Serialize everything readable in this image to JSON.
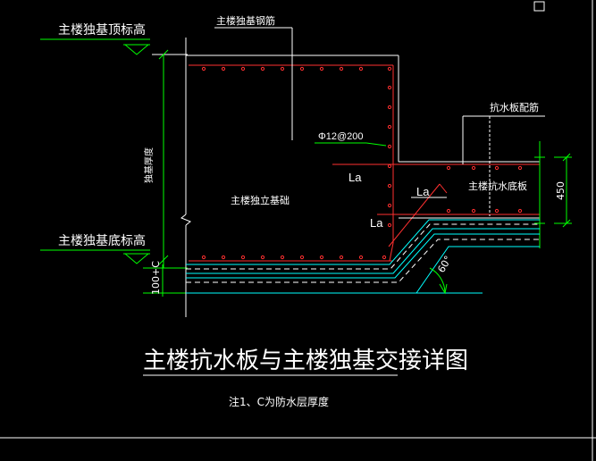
{
  "labels": {
    "top_elevation": "主楼独基顶标高",
    "bottom_elevation": "主楼独基底标高",
    "foundation_rebar": "主楼独基钢筋",
    "waterproof_rebar": "抗水板配筋",
    "foundation_thickness": "独基厚度",
    "rebar_spec": "Φ12@200",
    "main_foundation": "主楼独立基础",
    "waterproof_plate": "主楼抗水底板",
    "la_1": "La",
    "la_2": "La",
    "la_3": "La",
    "dim_450": "450",
    "dim_100c": "100+C",
    "angle": "60°",
    "title": "主楼抗水板与主楼独基交接详图",
    "note": "注1、C为防水层厚度"
  },
  "colors": {
    "background": "#000000",
    "white": "#ffffff",
    "green": "#00ff00",
    "red": "#ff3030",
    "cyan": "#00ffff",
    "dashed": "#ffffff"
  }
}
